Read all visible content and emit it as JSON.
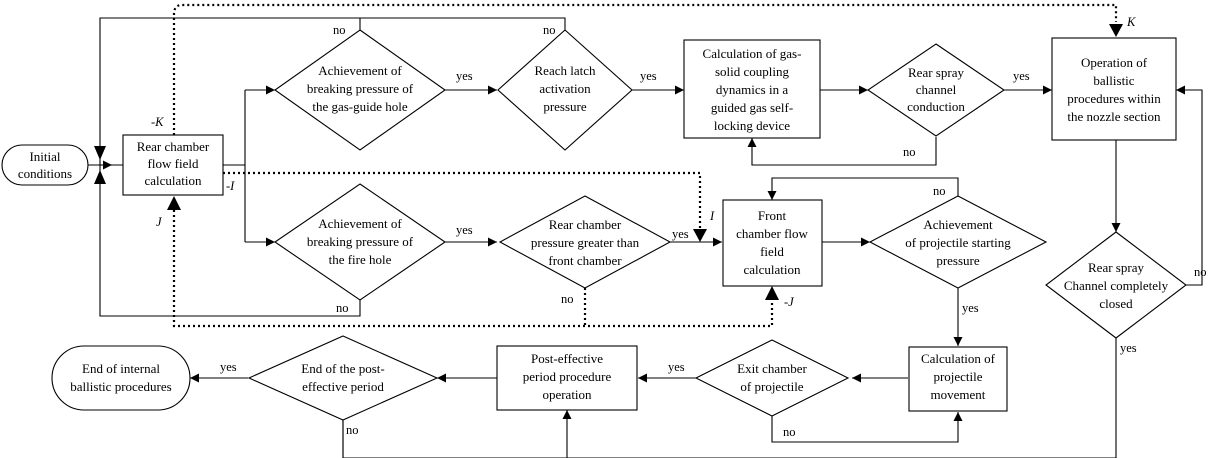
{
  "nodes": {
    "initial": [
      "Initial",
      "conditions"
    ],
    "rear_calc": [
      "Rear chamber",
      "flow field",
      "calculation"
    ],
    "break_gas": [
      "Achievement of",
      "breaking pressure of",
      "the gas-guide hole"
    ],
    "latch": [
      "Reach latch",
      "activation",
      "pressure"
    ],
    "gas_solid": [
      "Calculation of gas-",
      "solid coupling",
      "dynamics in a",
      "guided gas self-",
      "locking device"
    ],
    "rear_spray_cond": [
      "Rear spray",
      "channel",
      "conduction"
    ],
    "nozzle": [
      "Operation of",
      "ballistic",
      "procedures within",
      "the nozzle section"
    ],
    "break_fire": [
      "Achievement of",
      "breaking pressure of",
      "the fire hole"
    ],
    "rear_gt_front": [
      "Rear chamber",
      "pressure greater than",
      "front chamber"
    ],
    "front_calc": [
      "Front",
      "chamber flow",
      "field",
      "calculation"
    ],
    "proj_start": [
      "Achievement",
      "of projectile starting",
      "pressure"
    ],
    "spray_closed": [
      "Rear spray",
      "Channel completely",
      "closed"
    ],
    "end_internal": [
      "End of internal",
      "ballistic procedures"
    ],
    "end_post": [
      "End of the post-",
      "effective period"
    ],
    "post_op": [
      "Post-effective",
      "period procedure",
      "operation"
    ],
    "exit_chamber": [
      "Exit chamber",
      "of projectile"
    ],
    "proj_move": [
      "Calculation of",
      "projectile",
      "movement"
    ]
  },
  "labels": {
    "yes": "yes",
    "no": "no",
    "K": "K",
    "neg_K": "-K",
    "I": "I",
    "neg_I": "-I",
    "J": "J",
    "neg_J": "-J"
  }
}
